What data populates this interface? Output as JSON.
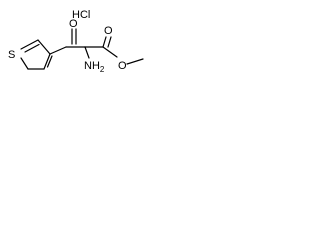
{
  "molecule": {
    "salt_label": "HCl",
    "atoms": {
      "sulfur": "S",
      "ketone_oxygen": "O",
      "carbonyl_oxygen": "O",
      "ester_oxygen": "O",
      "amine_element": "NH",
      "amine_subscript": "2"
    }
  }
}
